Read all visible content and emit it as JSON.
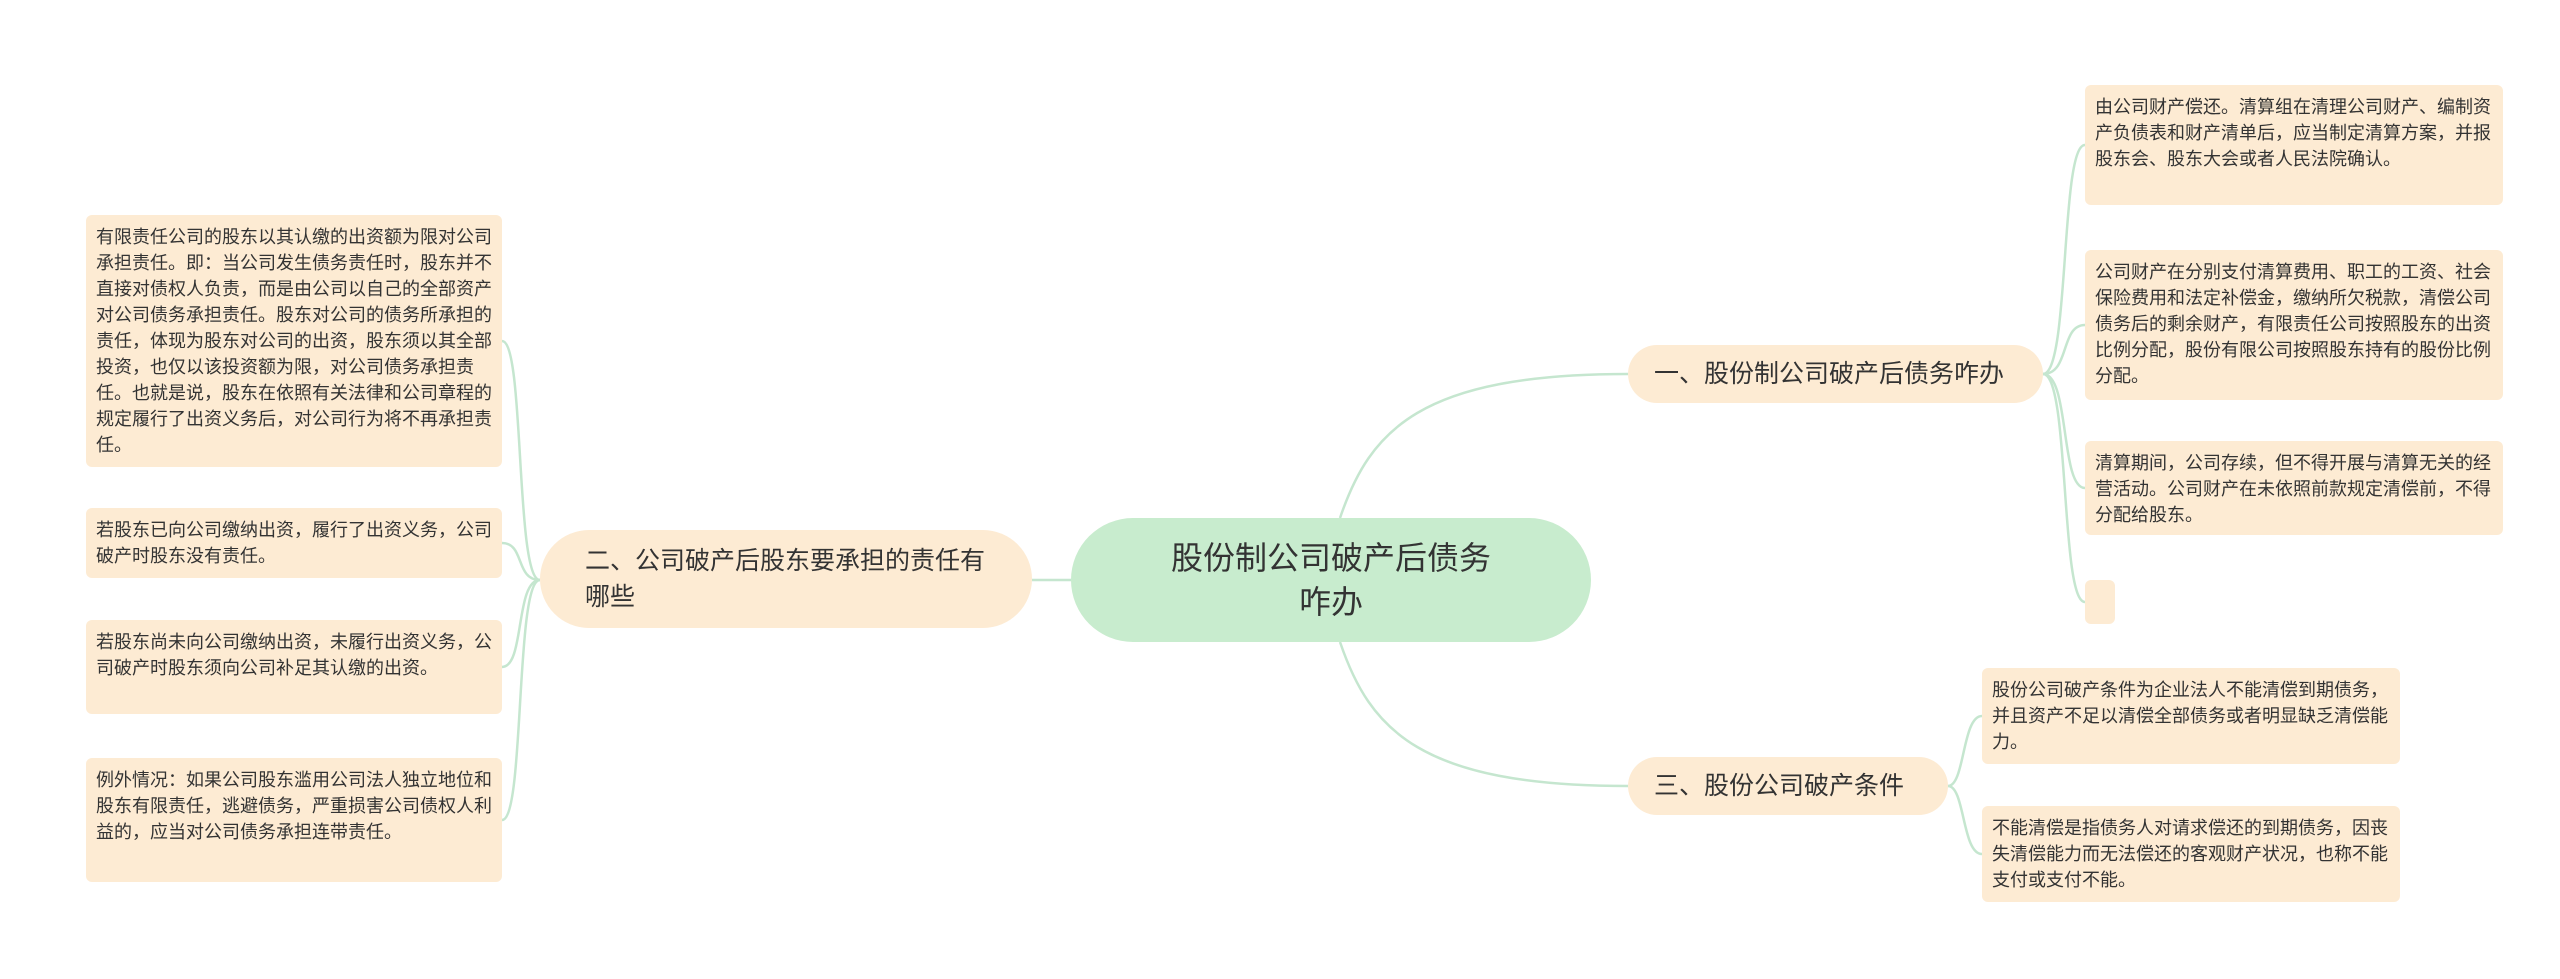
{
  "root": {
    "title": "股份制公司破产后债务咋办"
  },
  "branches": [
    {
      "label": "一、股份制公司破产后债务咋办",
      "leaves": [
        "由公司财产偿还。清算组在清理公司财产、编制资产负债表和财产清单后，应当制定清算方案，并报股东会、股东大会或者人民法院确认。",
        "公司财产在分别支付清算费用、职工的工资、社会保险费用和法定补偿金，缴纳所欠税款，清偿公司债务后的剩余财产，有限责任公司按照股东的出资比例分配，股份有限公司按照股东持有的股份比例分配。",
        "清算期间，公司存续，但不得开展与清算无关的经营活动。公司财产在未依照前款规定清偿前，不得分配给股东。",
        ""
      ]
    },
    {
      "label": "二、公司破产后股东要承担的责任有哪些",
      "leaves": [
        "有限责任公司的股东以其认缴的出资额为限对公司承担责任。即：当公司发生债务责任时，股东并不直接对债权人负责，而是由公司以自己的全部资产对公司债务承担责任。股东对公司的债务所承担的责任，体现为股东对公司的出资，股东须以其全部投资，也仅以该投资额为限，对公司债务承担责任。也就是说，股东在依照有关法律和公司章程的规定履行了出资义务后，对公司行为将不再承担责任。",
        "若股东已向公司缴纳出资，履行了出资义务，公司破产时股东没有责任。",
        "若股东尚未向公司缴纳出资，未履行出资义务，公司破产时股东须向公司补足其认缴的出资。",
        "例外情况：如果公司股东滥用公司法人独立地位和股东有限责任，逃避债务，严重损害公司债权人利益的，应当对公司债务承担连带责任。"
      ]
    },
    {
      "label": "三、股份公司破产条件",
      "leaves": [
        "股份公司破产条件为企业法人不能清偿到期债务，并且资产不足以清偿全部债务或者明显缺乏清偿能力。",
        "不能清偿是指债务人对请求偿还的到期债务，因丧失清偿能力而无法偿还的客观财产状况，也称不能支付或支付不能。"
      ]
    }
  ],
  "colors": {
    "root_fill": "#c8ecce",
    "node_fill": "#fdebd3",
    "connector": "#c5e6cf",
    "text": "#333333"
  }
}
